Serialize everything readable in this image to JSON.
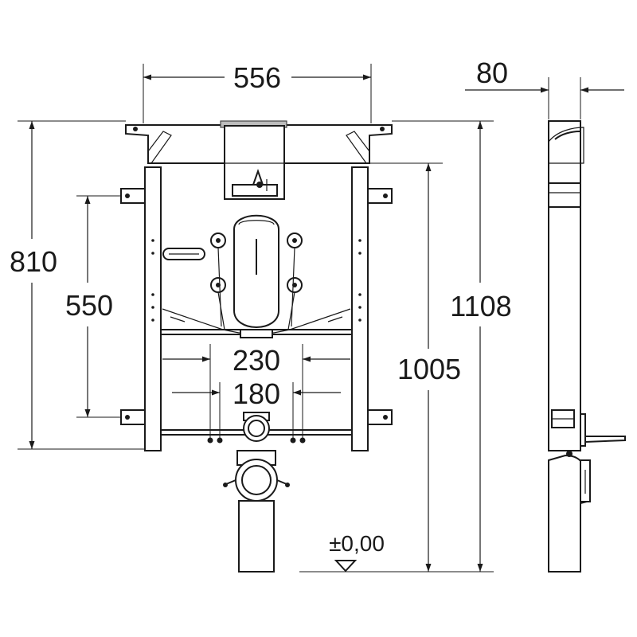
{
  "dimensions": {
    "frame_width": "556",
    "side_depth": "80",
    "frame_height": "810",
    "bracket_spacing": "550",
    "total_height": "1108",
    "outlet_height": "1005",
    "bolt_spacing_outer": "230",
    "bolt_spacing_inner": "180",
    "floor_level": "±0,00"
  }
}
